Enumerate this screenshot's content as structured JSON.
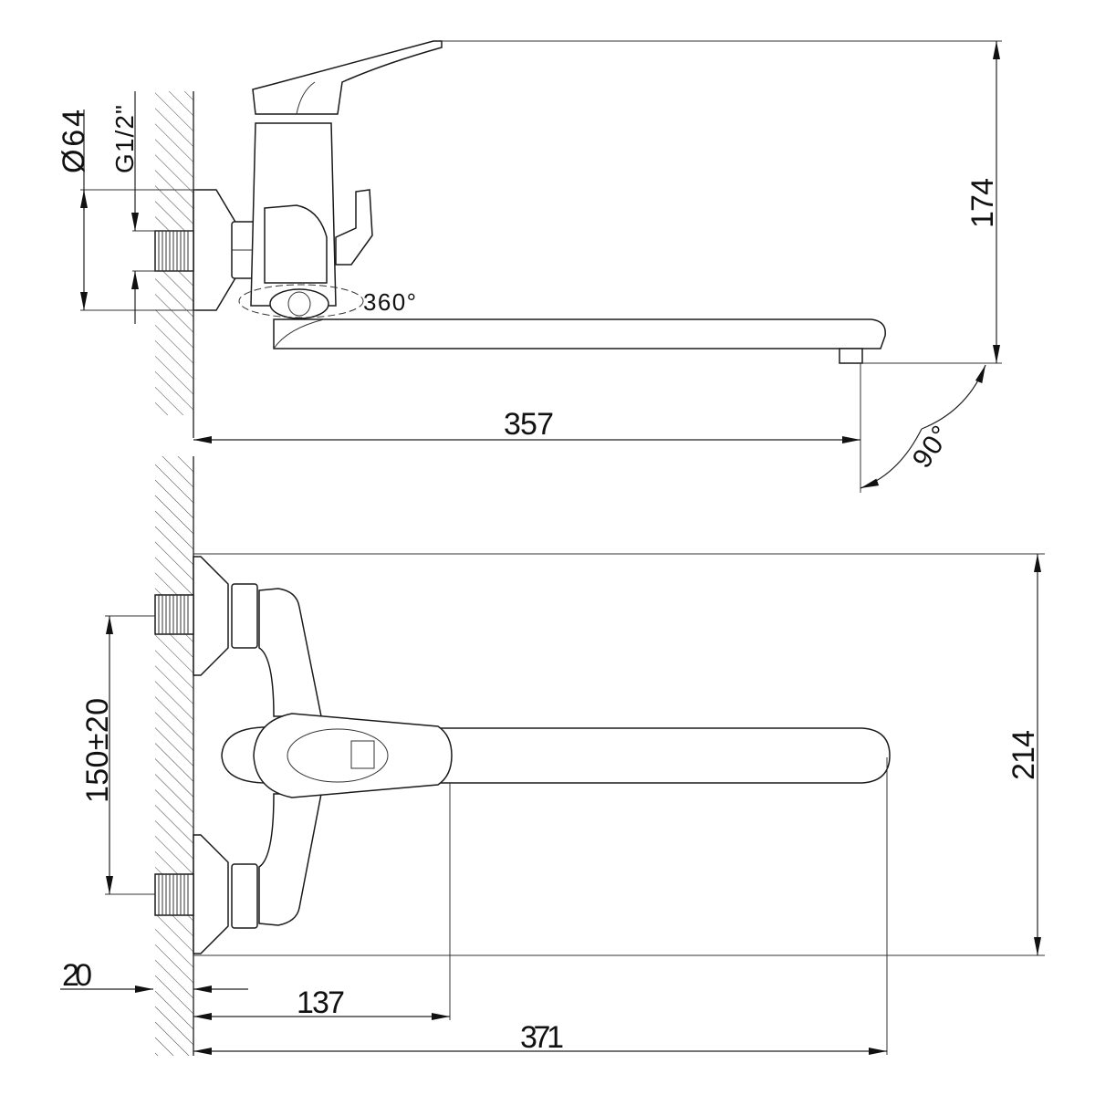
{
  "drawing": {
    "side_view": {
      "diameter_label": "Ø64",
      "thread_label": "G1/2\"",
      "height_label": "174",
      "swivel_label": "360°",
      "reach_label": "357",
      "rotation_label": "90°"
    },
    "front_view": {
      "inlet_spacing_label": "150±20",
      "height_label": "214",
      "wall_offset_label": "20",
      "body_depth_label": "137",
      "total_length_label": "371"
    },
    "colors": {
      "line": "#1a1a1a",
      "background": "#ffffff"
    }
  }
}
